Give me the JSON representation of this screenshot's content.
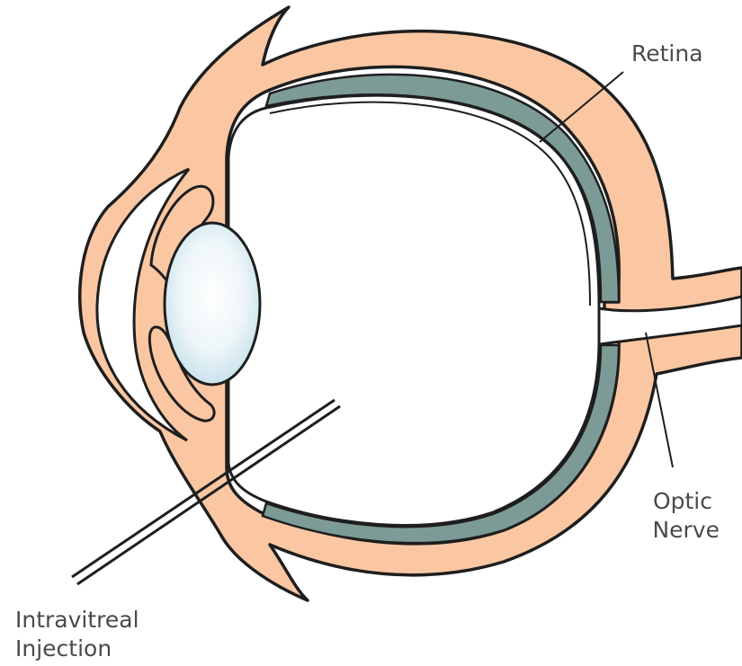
{
  "labels": {
    "retina": "Retina",
    "optic_nerve_line1": "Optic",
    "optic_nerve_line2": "Nerve",
    "injection_line1": "Intravitreal",
    "injection_line2": "Injection"
  },
  "colors": {
    "tissue": "#fac7a2",
    "retina_layer": "#7d9b96",
    "outline": "#1e1e1e",
    "lens_center": "#ffffff",
    "lens_edge": "#c2dfe9",
    "text": "#4a4a4a"
  }
}
